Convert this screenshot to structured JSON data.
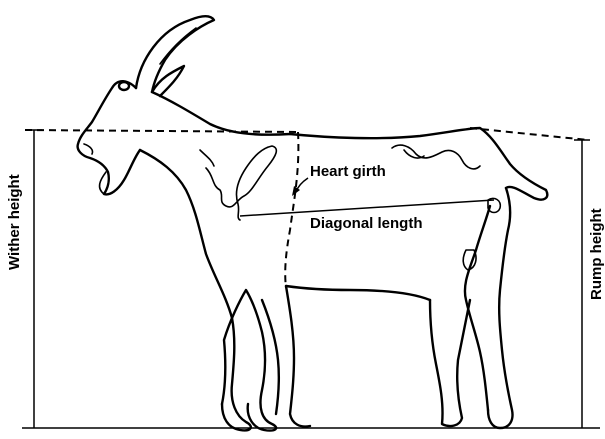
{
  "labels": {
    "heart_girth": "Heart girth",
    "diagonal_length": "Diagonal length",
    "wither_height": "Wither height",
    "rump_height": "Rump height"
  }
}
